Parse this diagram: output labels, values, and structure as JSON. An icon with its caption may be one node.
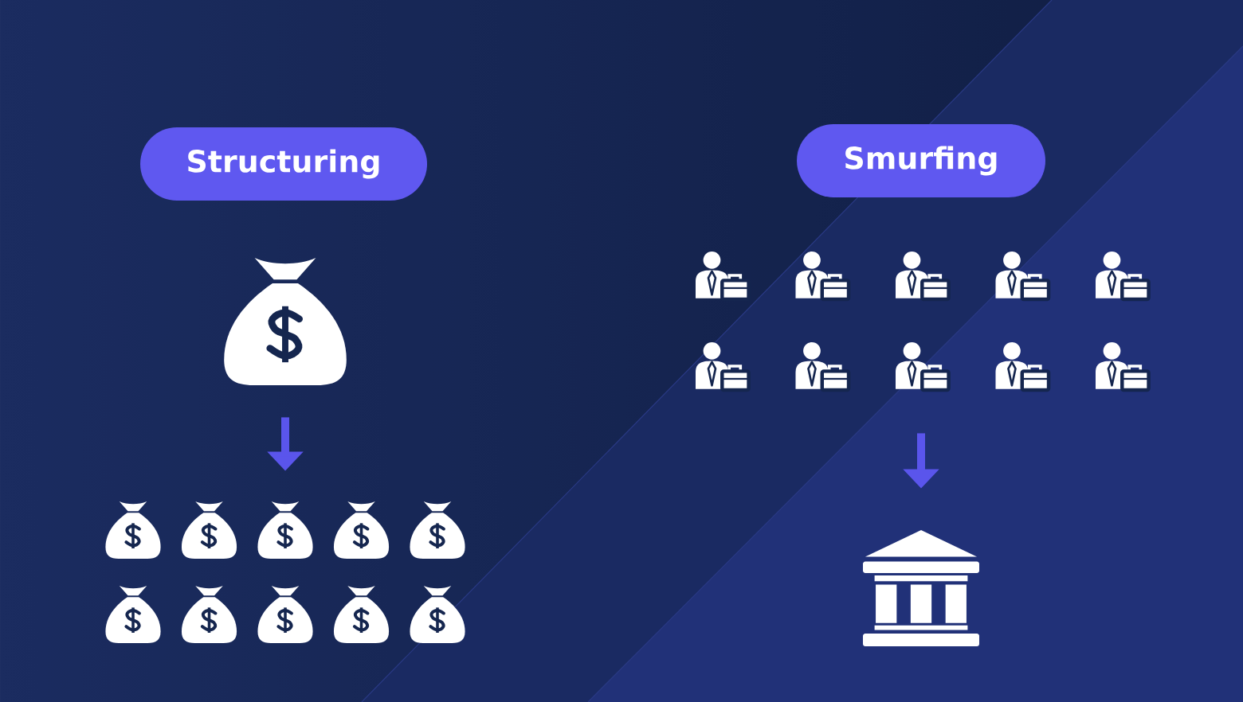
{
  "diagram": {
    "nodes": [
      {
        "text": [
          "Structuring"
        ]
      },
      {
        "text": [],
        "shape": "picture"
      },
      {
        "text": [],
        "shape": "picture"
      },
      {
        "text": [
          "Smurfing"
        ]
      },
      {
        "text": [],
        "shape": "picture"
      },
      {
        "text": [],
        "shape": "picture"
      }
    ],
    "edges": [
      {
        "from": 1,
        "to": 2,
        "arrow": "to"
      },
      {
        "from": 4,
        "to": 5,
        "arrow": "to"
      }
    ]
  }
}
